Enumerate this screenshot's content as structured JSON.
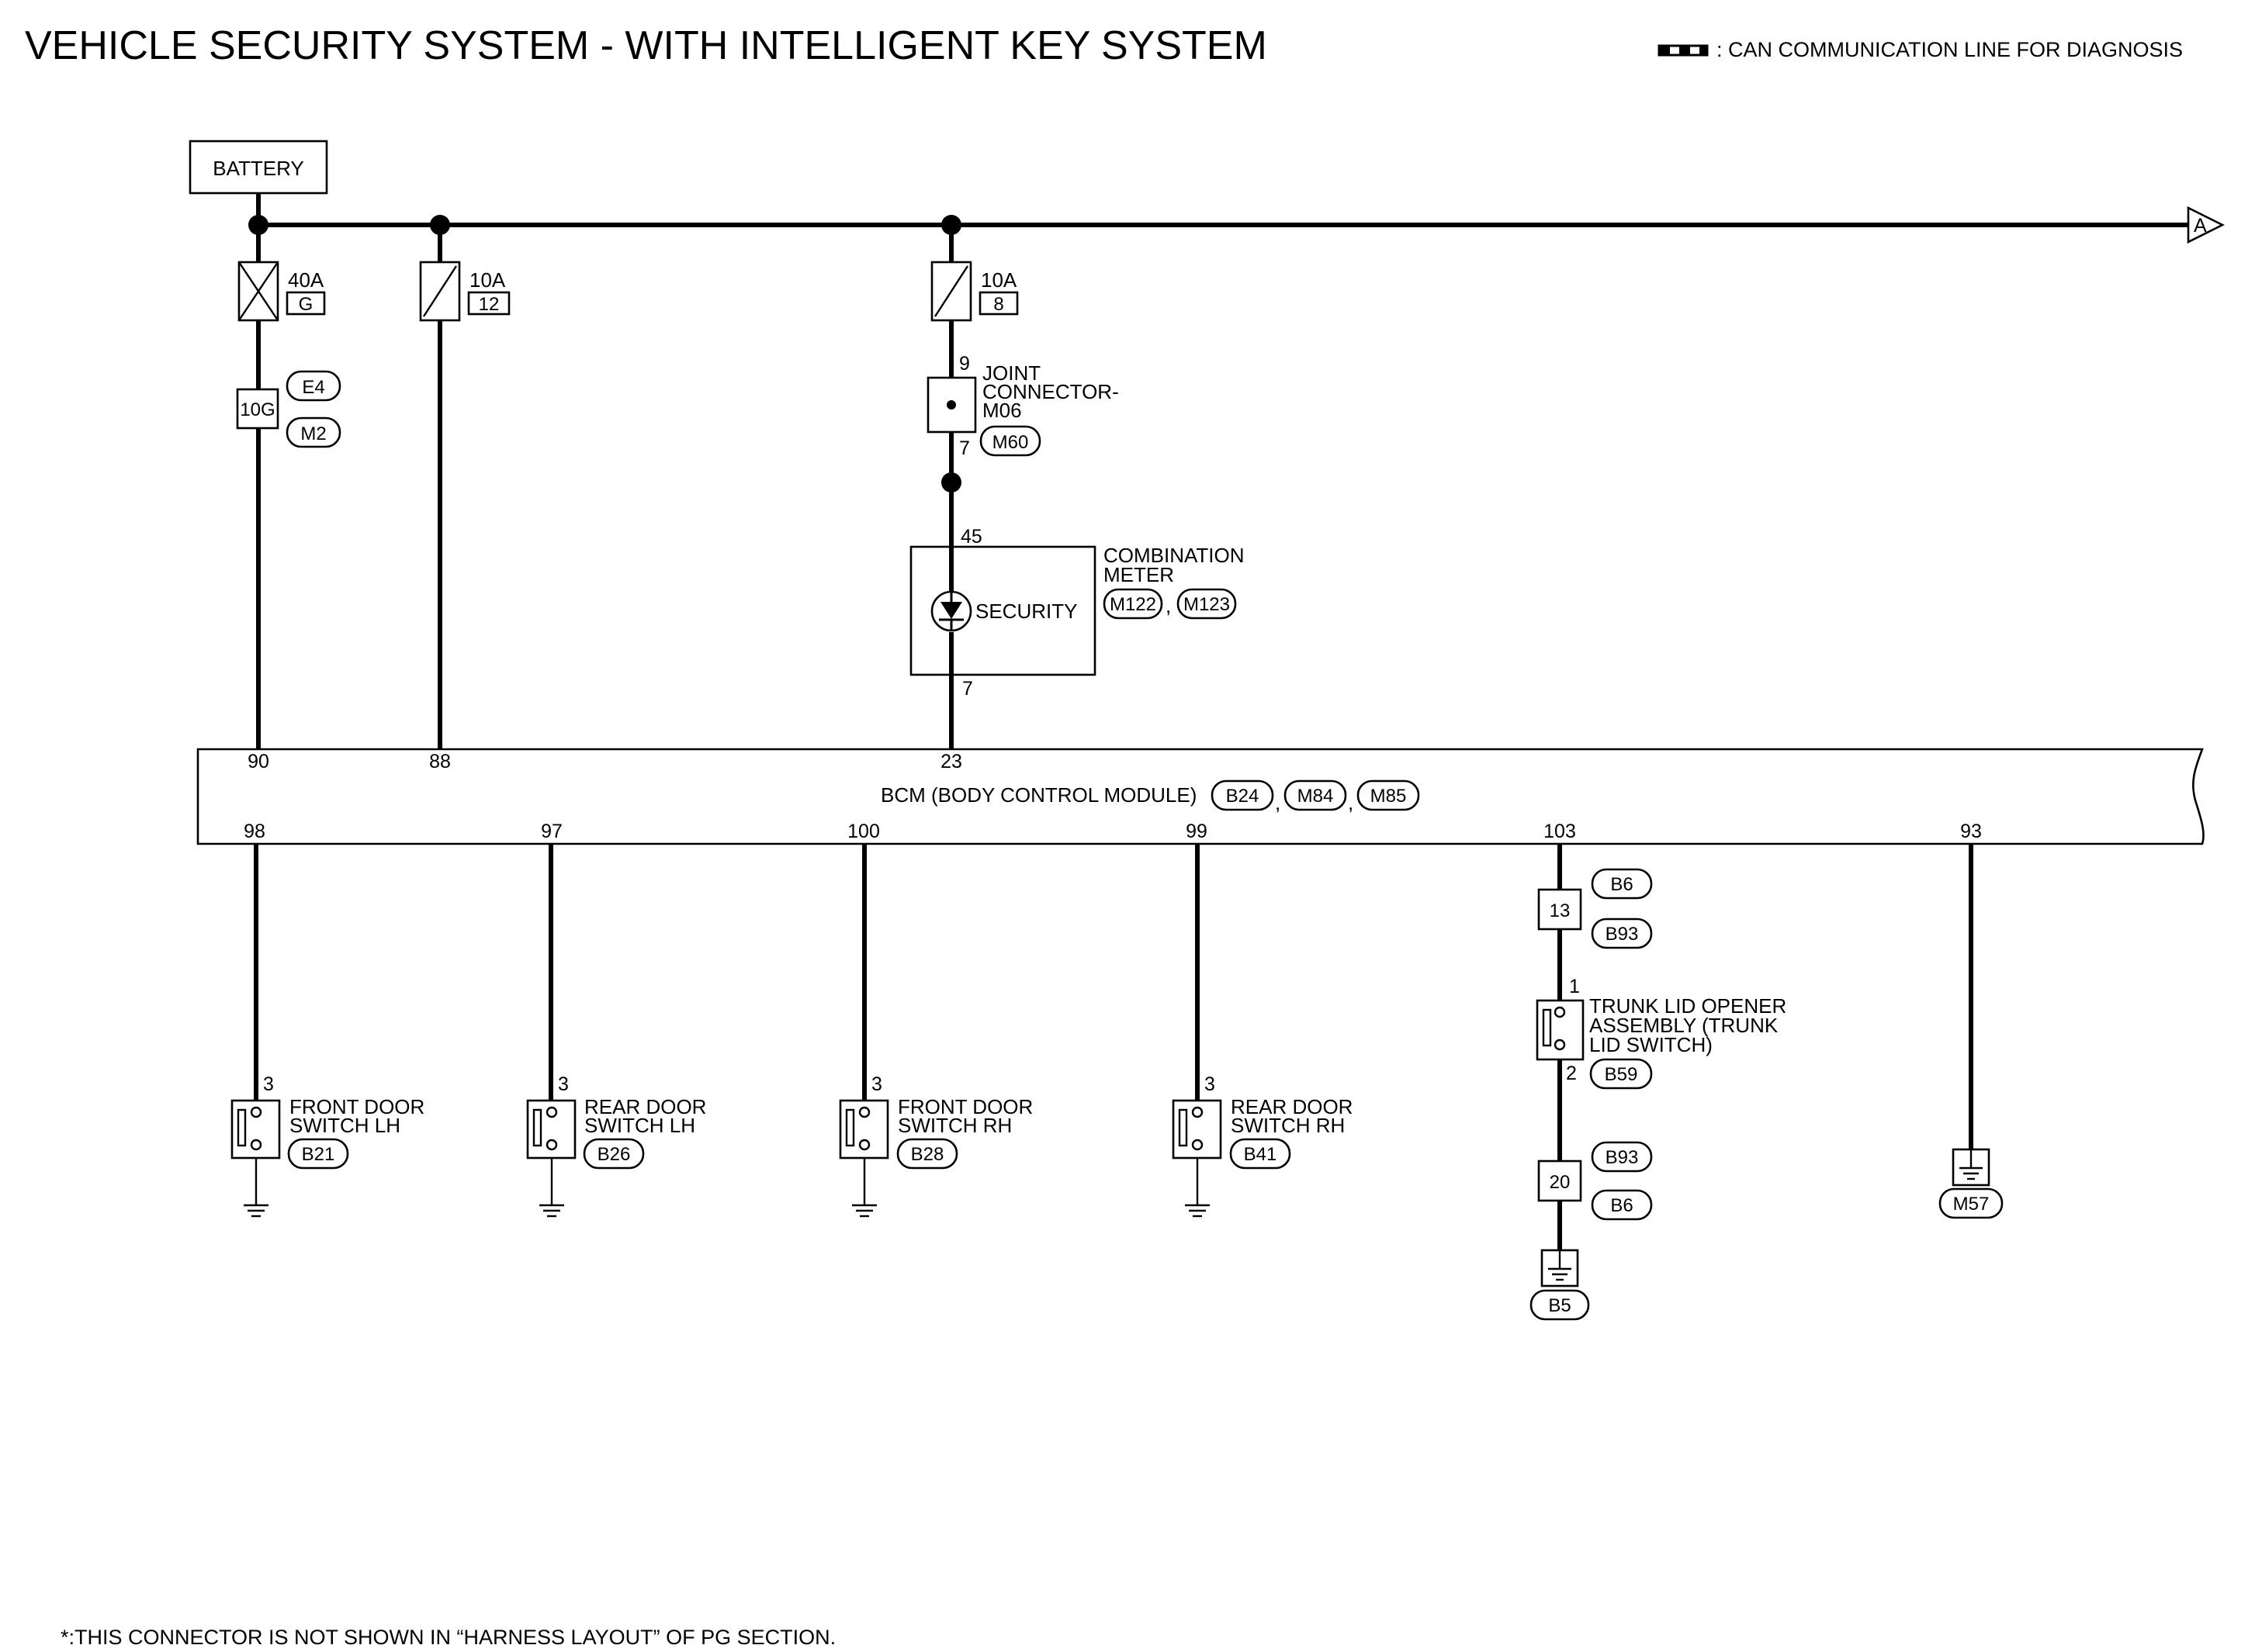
{
  "title": "VEHICLE SECURITY SYSTEM - WITH INTELLIGENT KEY SYSTEM",
  "legend": ": CAN COMMUNICATION LINE FOR DIAGNOSIS",
  "footnote": "*:THIS CONNECTOR IS NOT SHOWN IN “HARNESS LAYOUT” OF PG SECTION.",
  "battery": "BATTERY",
  "offpage_connector": "A",
  "fuses": [
    {
      "rating": "40A",
      "id": "G"
    },
    {
      "rating": "10A",
      "id": "12"
    },
    {
      "rating": "10A",
      "id": "8"
    }
  ],
  "fusible_link": {
    "pin": "10G",
    "connectors": [
      "E4",
      "M2"
    ]
  },
  "joint_connector": {
    "lines": [
      "JOINT",
      "CONNECTOR-",
      "M06"
    ],
    "pin_in": "9",
    "pin_out": "7",
    "connector": "M60"
  },
  "combination_meter": {
    "lines": [
      "COMBINATION",
      "METER"
    ],
    "indicator": "SECURITY",
    "pin_in": "45",
    "pin_out": "7",
    "connectors": [
      "M122",
      "M123"
    ],
    "separator": ","
  },
  "bcm": {
    "label": "BCM (BODY CONTROL MODULE)",
    "connectors": [
      "B24",
      "M84",
      "M85"
    ],
    "separators": [
      ",",
      ","
    ],
    "top_pins": [
      "90",
      "88",
      "23"
    ],
    "bottom_pins": [
      "98",
      "97",
      "100",
      "99",
      "103",
      "93"
    ]
  },
  "door_switches": [
    {
      "lines": [
        "FRONT DOOR",
        "SWITCH LH"
      ],
      "pin": "3",
      "connector": "B21"
    },
    {
      "lines": [
        "REAR DOOR",
        "SWITCH LH"
      ],
      "pin": "3",
      "connector": "B26"
    },
    {
      "lines": [
        "FRONT DOOR",
        "SWITCH RH"
      ],
      "pin": "3",
      "connector": "B28"
    },
    {
      "lines": [
        "REAR DOOR",
        "SWITCH RH"
      ],
      "pin": "3",
      "connector": "B41"
    }
  ],
  "trunk": {
    "inline_upper": {
      "pin": "13",
      "connectors": [
        "B6",
        "B93"
      ]
    },
    "switch": {
      "lines": [
        "TRUNK LID OPENER",
        "ASSEMBLY (TRUNK",
        "LID SWITCH)"
      ],
      "pin_in": "1",
      "pin_out": "2",
      "connector": "B59"
    },
    "inline_lower": {
      "pin": "20",
      "connectors": [
        "B93",
        "B6"
      ]
    },
    "ground": "B5"
  },
  "bcm_ground": "M57"
}
